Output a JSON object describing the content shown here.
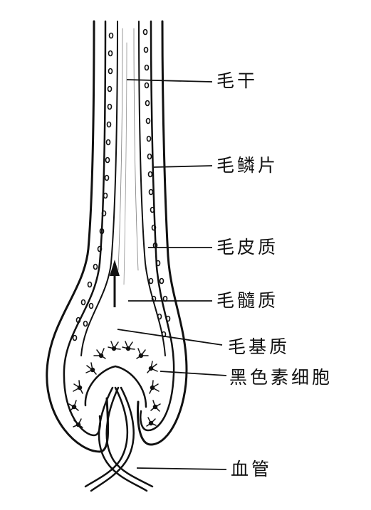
{
  "labels": {
    "hair_shaft": "毛干",
    "cuticle": "毛鳞片",
    "cortex": "毛皮质",
    "medulla": "毛髓质",
    "matrix": "毛基质",
    "melanocyte": "黑色素细胞",
    "blood_vessel": "血管"
  },
  "colors": {
    "ink": "#111111",
    "background": "#ffffff"
  }
}
